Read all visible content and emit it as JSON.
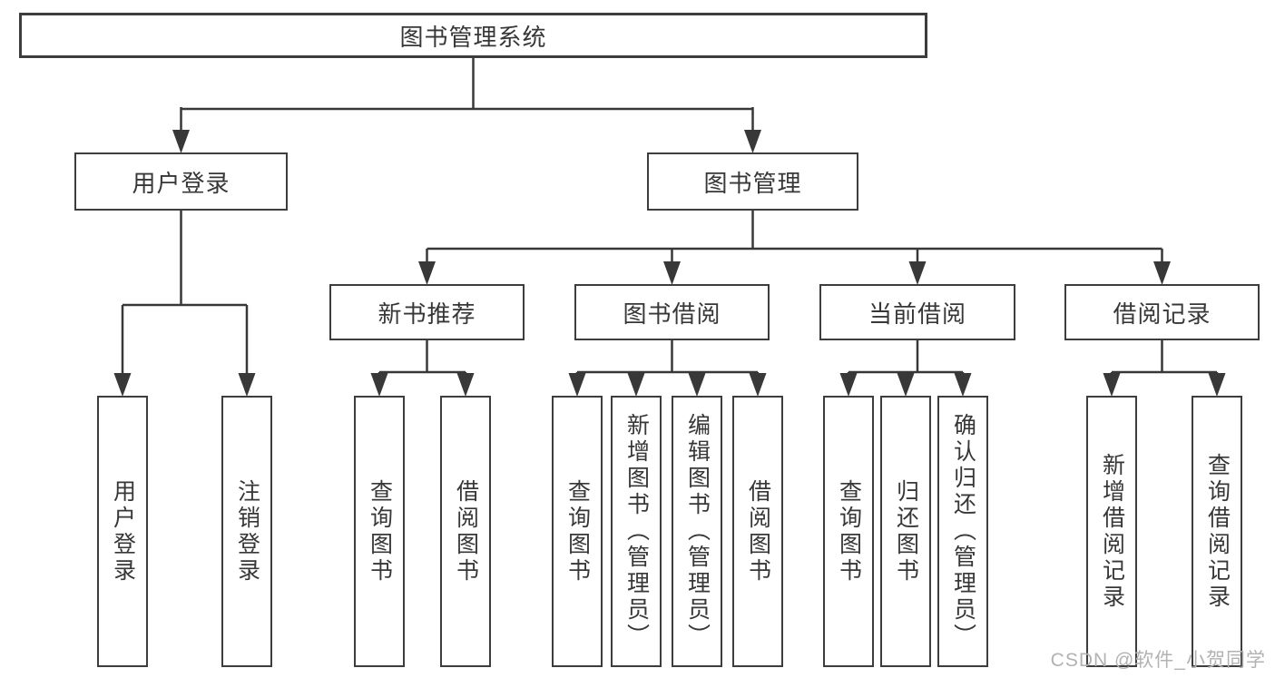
{
  "diagram": {
    "root": {
      "label": "图书管理系统"
    },
    "level2": [
      {
        "label": "用户登录"
      },
      {
        "label": "图书管理"
      }
    ],
    "level3": [
      {
        "label": "新书推荐",
        "parent": "图书管理"
      },
      {
        "label": "图书借阅",
        "parent": "图书管理"
      },
      {
        "label": "当前借阅",
        "parent": "图书管理"
      },
      {
        "label": "借阅记录",
        "parent": "图书管理"
      }
    ],
    "leaves": [
      {
        "label": "用户登录",
        "parent": "用户登录"
      },
      {
        "label": "注销登录",
        "parent": "用户登录"
      },
      {
        "label": "查询图书",
        "parent": "新书推荐"
      },
      {
        "label": "借阅图书",
        "parent": "新书推荐"
      },
      {
        "label": "查询图书",
        "parent": "图书借阅"
      },
      {
        "label": "新增图书（管理员）",
        "parent": "图书借阅"
      },
      {
        "label": "编辑图书（管理员）",
        "parent": "图书借阅"
      },
      {
        "label": "借阅图书",
        "parent": "图书借阅"
      },
      {
        "label": "查询图书",
        "parent": "当前借阅"
      },
      {
        "label": "归还图书",
        "parent": "当前借阅"
      },
      {
        "label": "确认归还（管理员）",
        "parent": "当前借阅"
      },
      {
        "label": "新增借阅记录",
        "parent": "借阅记录"
      },
      {
        "label": "查询借阅记录",
        "parent": "借阅记录"
      }
    ],
    "watermark": "CSDN @软件_小贺同学",
    "colors": {
      "line": "#383838",
      "text": "#373737",
      "box_border": "#3d3d3d",
      "box_fill": "#ffffff",
      "watermark": "#b2b2b2",
      "background": "#ffffff"
    }
  }
}
